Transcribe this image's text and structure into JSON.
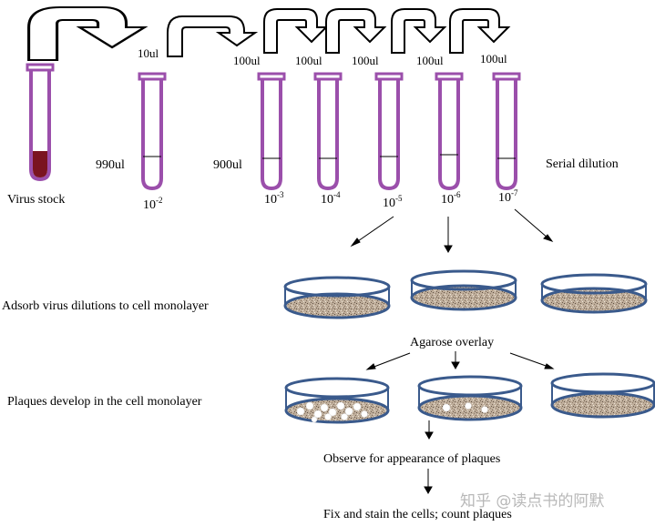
{
  "transfer_volumes": [
    "10ul",
    "100ul",
    "100ul",
    "100ul",
    "100ul",
    "100ul"
  ],
  "diluent_volumes": [
    "990ul",
    "900ul"
  ],
  "dilution_labels": [
    {
      "base": "10",
      "exp": "-2"
    },
    {
      "base": "10",
      "exp": "-3"
    },
    {
      "base": "10",
      "exp": "-4"
    },
    {
      "base": "10",
      "exp": "-5"
    },
    {
      "base": "10",
      "exp": "-6"
    },
    {
      "base": "10",
      "exp": "-7"
    }
  ],
  "virus_stock_label": "Virus stock",
  "serial_dilution_label": "Serial dilution",
  "adsorb_label": "Adsorb virus dilutions to cell monolayer",
  "agarose_label": "Agarose overlay",
  "plaques_label": "Plaques develop in the cell monolayer",
  "observe_label": "Observe for appearance of plaques",
  "fix_label": "Fix and stain the cells; count plaques",
  "watermark": "知乎 @读点书的阿默",
  "colors": {
    "tube": "#9b4fab",
    "stock": "#7a1420",
    "dish_rim": "#3a5a8c",
    "dish_fill": "#b9a592",
    "plaque": "#ffffff",
    "arrow": "#000000"
  }
}
